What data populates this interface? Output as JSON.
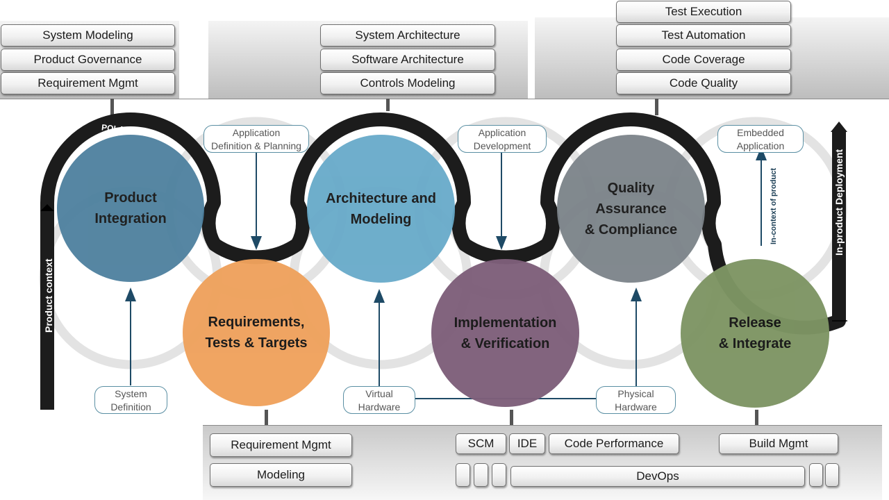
{
  "top_left": [
    "System Modeling",
    "Product Governance",
    "Requirement Mgmt"
  ],
  "top_center": [
    "System Architecture",
    "Software Architecture",
    "Controls Modeling"
  ],
  "top_right": [
    "Test Execution",
    "Test Automation",
    "Code Coverage",
    "Code Quality"
  ],
  "bottom_left": [
    "Requirement Mgmt",
    "Modeling"
  ],
  "bottom_center": [
    "SCM",
    "IDE",
    "Code Performance"
  ],
  "bottom_devops": "DevOps",
  "bottom_right": "Build Mgmt",
  "brand": "POLARION®",
  "stages": [
    {
      "label": "Product\nIntegration",
      "color": "#4d809e"
    },
    {
      "label": "Requirements,\nTests & Targets",
      "color": "#efa25d"
    },
    {
      "label": "Architecture and\nModeling",
      "color": "#67aac9"
    },
    {
      "label": "Implementation\n& Verification",
      "color": "#7e5f7a"
    },
    {
      "label": "Quality\nAssurance\n& Compliance",
      "color": "#7b8389"
    },
    {
      "label": "Release\n& Integrate",
      "color": "#7e9564"
    }
  ],
  "pills": {
    "app_def": "Application\nDefinition & Planning",
    "app_dev": "Application\nDevelopment",
    "embedded": "Embedded\nApplication",
    "system_def": "System\nDefinition",
    "virtual_hw": "Virtual\nHardware",
    "physical_hw": "Physical\nHardware"
  },
  "side_labels": {
    "product_context": "Product context",
    "in_product_deployment": "In-product Deployment",
    "in_context": "In-context of product"
  }
}
